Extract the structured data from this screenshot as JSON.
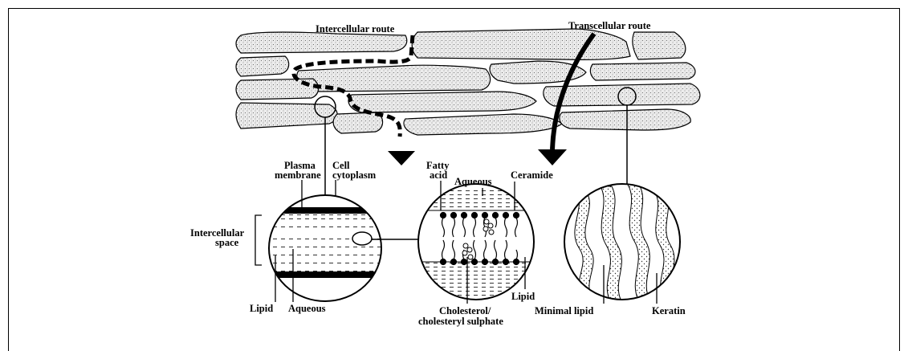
{
  "labels": {
    "intercellular_route": "Intercellular route",
    "transcellular_route": "Transcellular route",
    "plasma_membrane_1": "Plasma",
    "plasma_membrane_2": "membrane",
    "cell_cytoplasm_1": "Cell",
    "cell_cytoplasm_2": "cytoplasm",
    "intercellular_space_1": "Intercellular",
    "intercellular_space_2": "space",
    "lipid_left": "Lipid",
    "aqueous_left": "Aqueous",
    "fatty_acid_1": "Fatty",
    "fatty_acid_2": "acid",
    "aqueous_mid": "Aqueous",
    "ceramide": "Ceramide",
    "cholesterol_1": "Cholesterol/",
    "cholesterol_2": "cholesteryl sulphate",
    "lipid_mid": "Lipid",
    "minimal_lipid": "Minimal lipid",
    "keratin": "Keratin"
  },
  "colors": {
    "ink": "#000000",
    "cell_fill": "#e6e6e6",
    "background": "#ffffff"
  }
}
